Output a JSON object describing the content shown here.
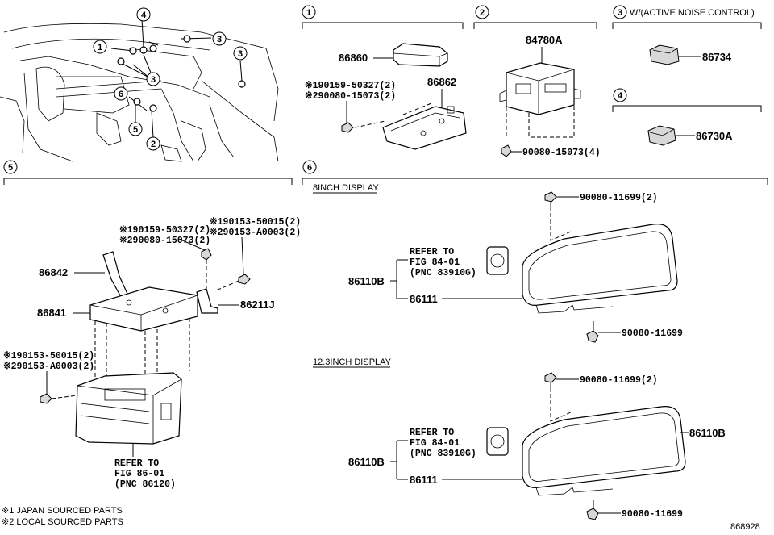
{
  "callouts": {
    "c1": "1",
    "c2": "2",
    "c3": "3",
    "c4": "4",
    "c5": "5",
    "c6": "6"
  },
  "section_headers": {
    "s1": "1",
    "s2": "2",
    "s3": "3",
    "s3_note": "W/(ACTIVE NOISE CONTROL)",
    "s4": "4",
    "s5": "5",
    "s6": "6"
  },
  "sub_headers": {
    "display8": "8INCH DISPLAY",
    "display12": "12.3INCH DISPLAY"
  },
  "parts": {
    "p86860": "86860",
    "p86862": "86862",
    "p84780A": "84780A",
    "p86734": "86734",
    "p86730A": "86730A",
    "p86842": "86842",
    "p86841": "86841",
    "p86211J": "86211J",
    "p86110B_a": "86110B",
    "p86111_a": "86111",
    "p86110B_b": "86110B",
    "p86111_b": "86111",
    "p86110B_c": "86110B"
  },
  "fasteners": {
    "s1_a": "※190159-50327(2)",
    "s1_b": "※290080-15073(2)",
    "s2_bolt": "90080-15073(4)",
    "s5_a": "※190159-50327(2)",
    "s5_b": "※290080-15073(2)",
    "s5_c": "※190153-50015(2)",
    "s5_d": "※290153-A0003(2)",
    "s5_e": "※190153-50015(2)",
    "s5_f": "※290153-A0003(2)",
    "d8_top": "90080-11699(2)",
    "d8_bot": "90080-11699",
    "d12_top": "90080-11699(2)",
    "d12_bot": "90080-11699"
  },
  "refs": {
    "s5_ref1": "REFER TO",
    "s5_ref2": "FIG 86-01",
    "s5_ref3": "(PNC 86120)",
    "d8_ref1": "REFER TO",
    "d8_ref2": "FIG 84-01",
    "d8_ref3": "(PNC 83910G)",
    "d12_ref1": "REFER TO",
    "d12_ref2": "FIG 84-01",
    "d12_ref3": "(PNC 83910G)"
  },
  "footnotes": {
    "n1": "※1 JAPAN SOURCED PARTS",
    "n2": "※2 LOCAL SOURCED PARTS"
  },
  "figure_id": "868928"
}
